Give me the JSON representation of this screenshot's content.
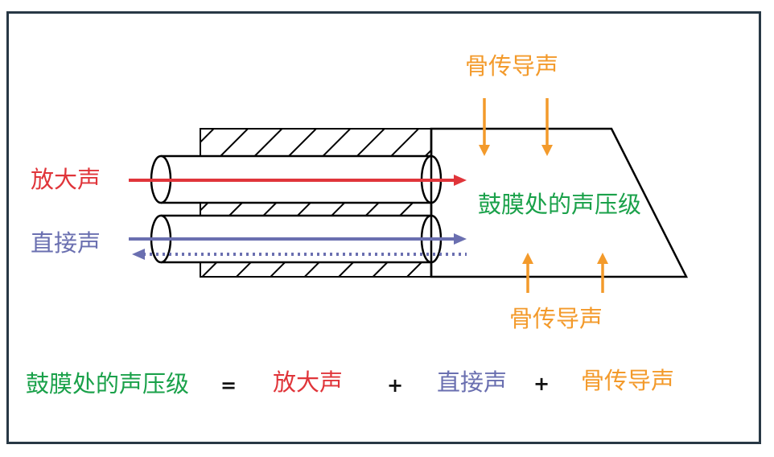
{
  "labels": {
    "bone_top": "骨传导声",
    "bone_bottom": "骨传导声",
    "amplified": "放大声",
    "direct": "直接声",
    "eardrum": "鼓膜处的声压级"
  },
  "equation": {
    "lhs": "鼓膜处的声压级",
    "equals": "=",
    "term1": "放大声",
    "plus1": "+",
    "term2": "直接声",
    "plus2": "+",
    "term3": "骨传导声"
  },
  "colors": {
    "amplified": "#E0353A",
    "direct": "#6A6FB0",
    "bone": "#F39A2B",
    "eardrum": "#1AA14A",
    "frame": "#283845"
  }
}
